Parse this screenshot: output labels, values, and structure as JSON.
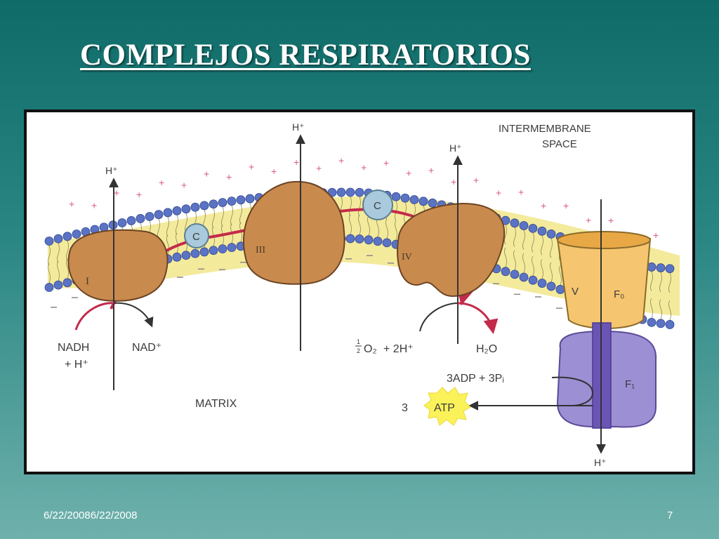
{
  "slide": {
    "title": "COMPLEJOS RESPIRATORIOS",
    "footer_date": "6/22/20086/22/2008",
    "page_number": "7"
  },
  "diagram": {
    "labels": {
      "intermembrane_line1": "INTERMEMBRANE",
      "intermembrane_line2": "SPACE",
      "matrix": "MATRIX",
      "proton": "H⁺",
      "nadh": "NADH",
      "plus_h": "+ H⁺",
      "nad": "NAD⁺",
      "water": "H₂O",
      "adp": "3ADP + 3Pᵢ",
      "atp_coef": "3",
      "atp": "ATP",
      "cytochrome": "C"
    },
    "complexes": {
      "c1": "I",
      "c3": "III",
      "c4": "IV",
      "c5": "V",
      "f0": "F₀",
      "f1": "F₁"
    },
    "equation": {
      "half_num": "1",
      "half_den": "2",
      "oxygen": "O₂",
      "rest": "+ 2H⁺"
    },
    "colors": {
      "protein": "#c98a4e",
      "protein_stroke": "#6b4423",
      "lipid_head": "#5b73c4",
      "membrane_core": "#f4ea9c",
      "electron_path": "#c42a4a",
      "plus_sign": "#d95b7a",
      "f0": "#f5c56f",
      "f1": "#9d8fd4",
      "atp_burst": "#fbf25a"
    }
  }
}
